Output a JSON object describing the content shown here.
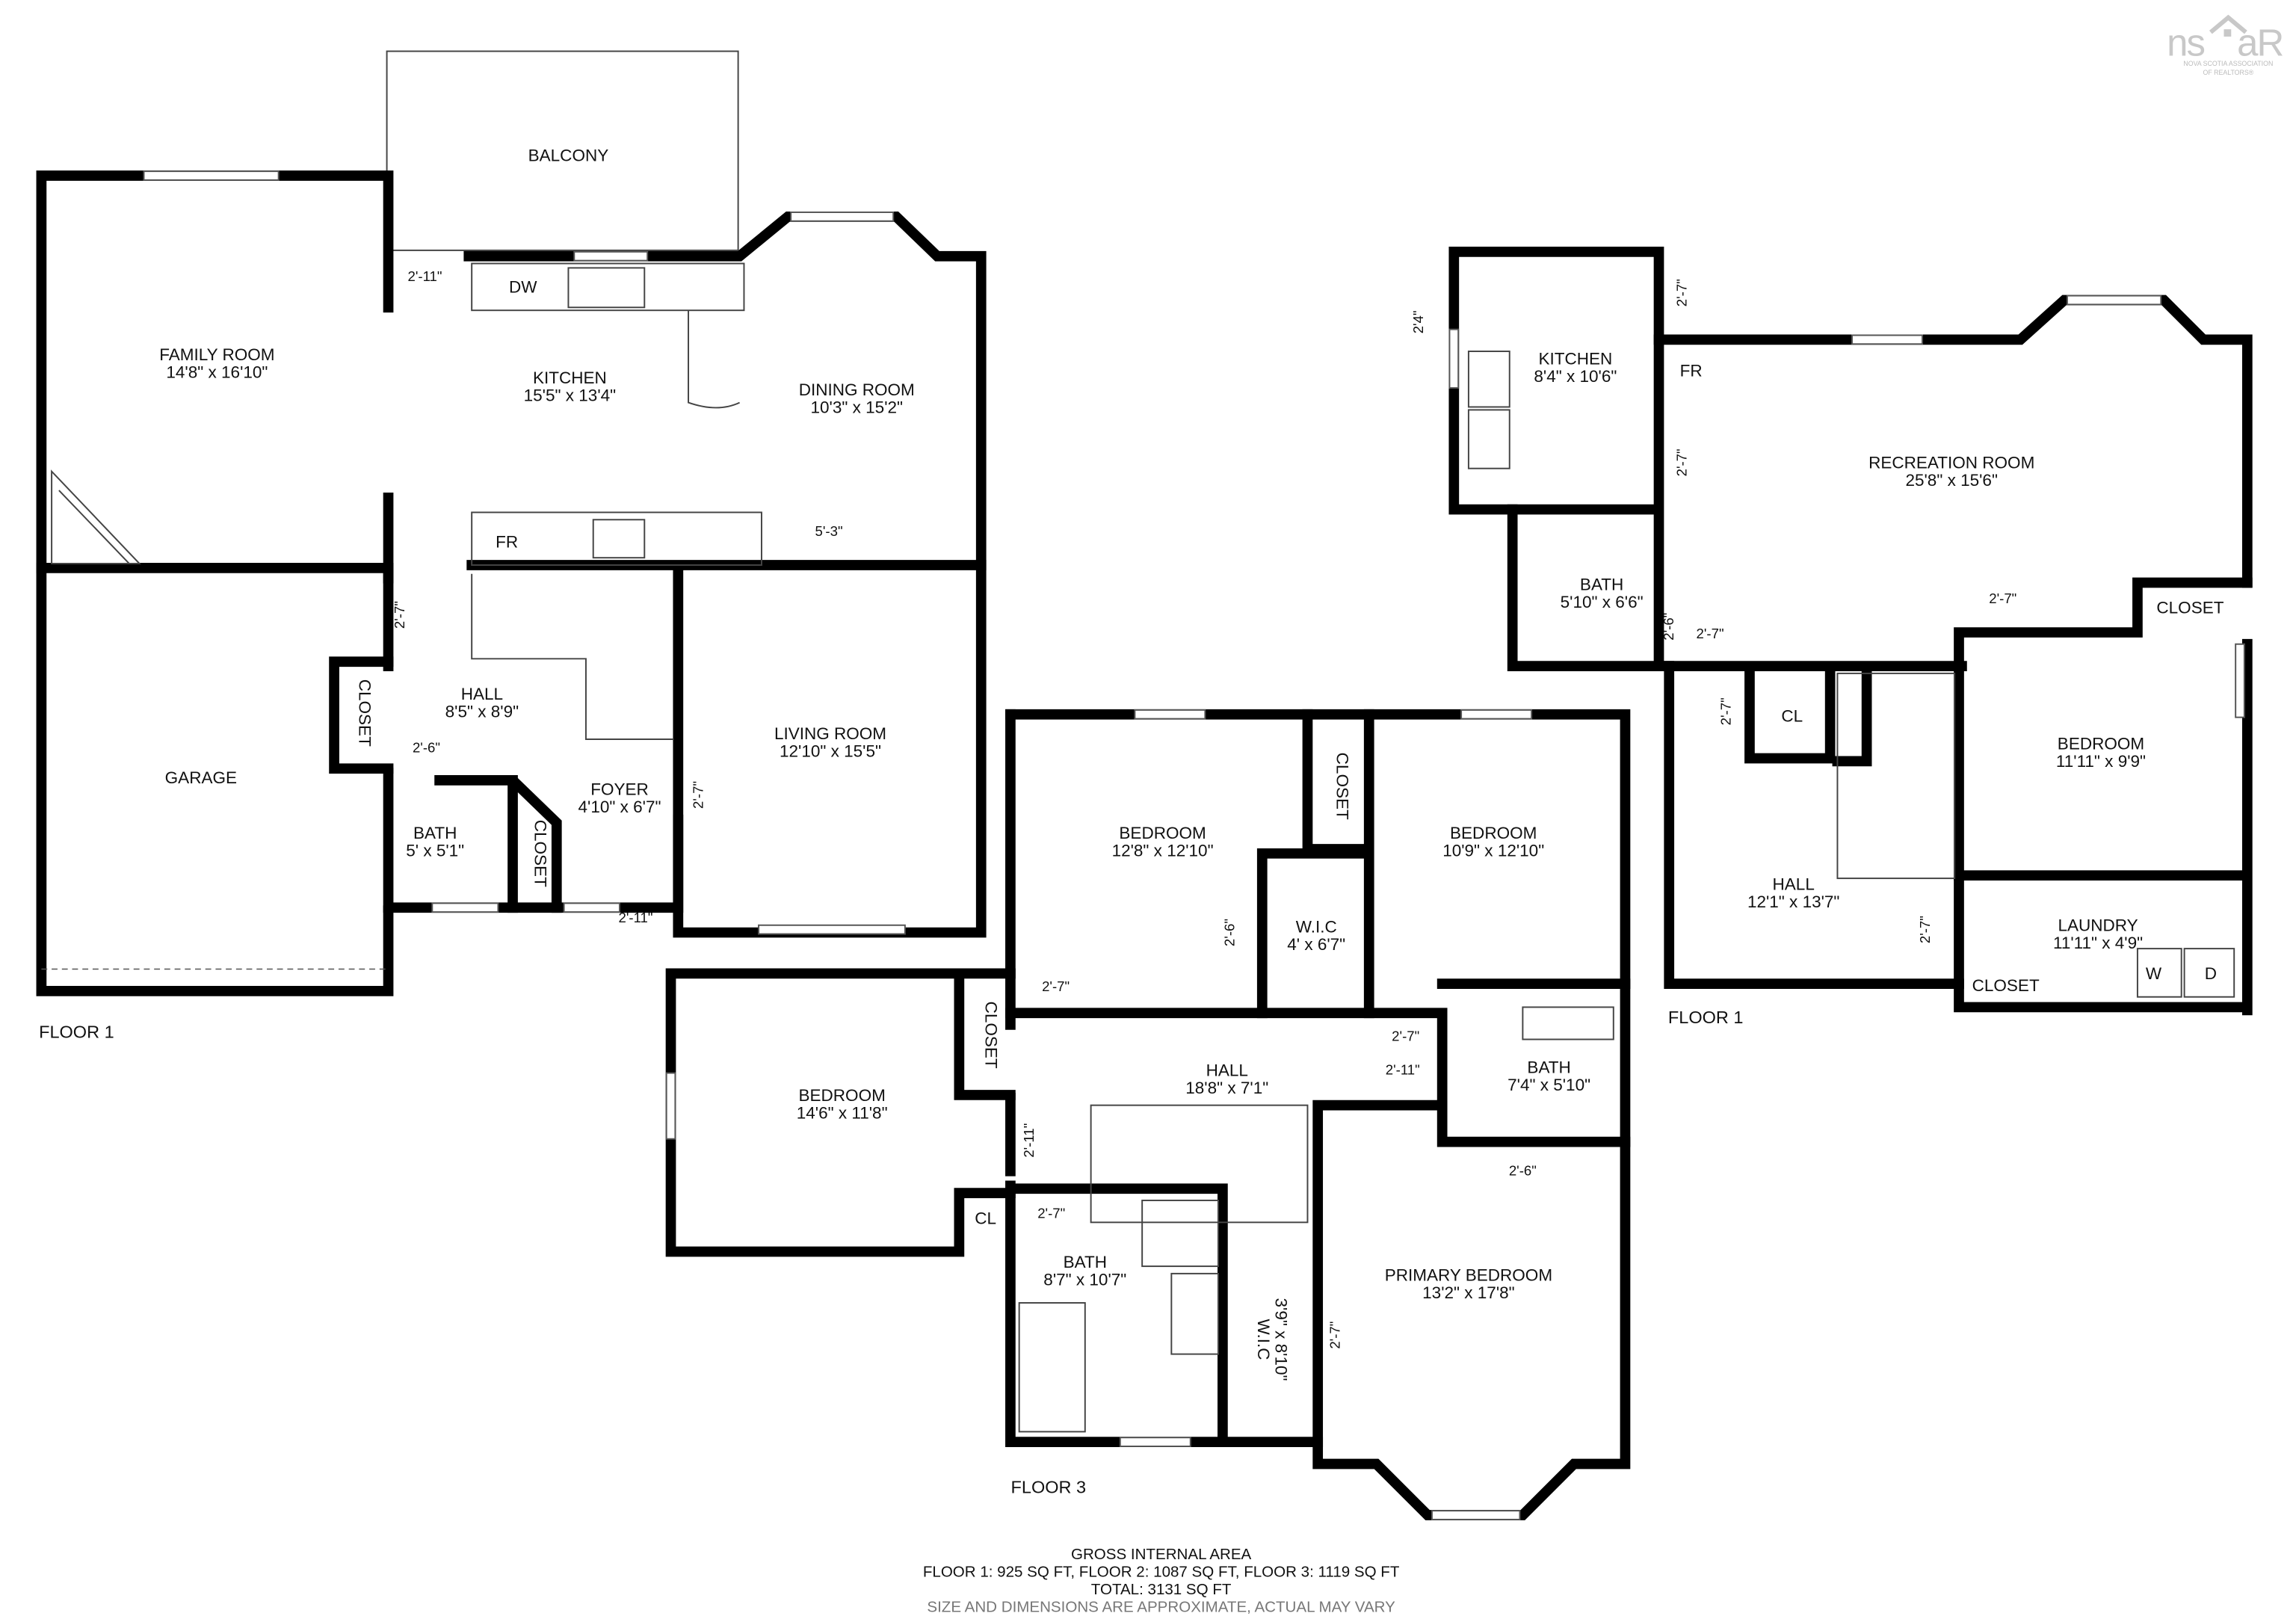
{
  "logo": {
    "text": "nsar",
    "subtitle": "NOVA SCOTIA ASSOCIATION OF REALTORS",
    "color": "#c8c8c8"
  },
  "floors": [
    {
      "label": "FLOOR 1",
      "rooms": [
        {
          "name": "BALCONY",
          "dims": ""
        },
        {
          "name": "FAMILY ROOM",
          "dims": "14'8\" x 16'10\""
        },
        {
          "name": "KITCHEN",
          "dims": "15'5\" x 13'4\""
        },
        {
          "name": "DINING ROOM",
          "dims": "10'3\" x 15'2\""
        },
        {
          "name": "GARAGE",
          "dims": ""
        },
        {
          "name": "HALL",
          "dims": "8'5\" x 8'9\""
        },
        {
          "name": "LIVING ROOM",
          "dims": "12'10\" x 15'5\""
        },
        {
          "name": "FOYER",
          "dims": "4'10\" x 6'7\""
        },
        {
          "name": "BATH",
          "dims": "5' x 5'1\""
        },
        {
          "name": "CLOSET",
          "dims": ""
        },
        {
          "name": "CLOSET",
          "dims": ""
        },
        {
          "name": "DW",
          "dims": ""
        },
        {
          "name": "FR",
          "dims": ""
        }
      ],
      "door_dims": [
        "2'-11\"",
        "5'-3\"",
        "2'-7\"",
        "2'-6\"",
        "2'-7\"",
        "2'-11\""
      ]
    },
    {
      "label": "FLOOR 3",
      "rooms": [
        {
          "name": "BEDROOM",
          "dims": "12'8\" x 12'10\""
        },
        {
          "name": "CLOSET",
          "dims": ""
        },
        {
          "name": "BEDROOM",
          "dims": "10'9\" x 12'10\""
        },
        {
          "name": "W.I.C",
          "dims": "4' x 6'7\""
        },
        {
          "name": "BEDROOM",
          "dims": "14'6\" x 11'8\""
        },
        {
          "name": "CLOSET",
          "dims": ""
        },
        {
          "name": "HALL",
          "dims": "18'8\" x 7'1\""
        },
        {
          "name": "BATH",
          "dims": "7'4\" x 5'10\""
        },
        {
          "name": "CL",
          "dims": ""
        },
        {
          "name": "BATH",
          "dims": "8'7\" x 10'7\""
        },
        {
          "name": "W.I.C",
          "dims": "3'9\" x 8'10\""
        },
        {
          "name": "PRIMARY BEDROOM",
          "dims": "13'2\" x 17'8\""
        }
      ],
      "door_dims": [
        "2'-6\"",
        "2'-7\"",
        "2'-7\"",
        "2'-11\"",
        "2'-11\"",
        "2'-7\"",
        "2'-6\"",
        "2'-7\""
      ]
    },
    {
      "label": "FLOOR 1",
      "rooms": [
        {
          "name": "KITCHEN",
          "dims": "8'4\" x 10'6\""
        },
        {
          "name": "FR",
          "dims": ""
        },
        {
          "name": "RECREATION ROOM",
          "dims": "25'8\" x 15'6\""
        },
        {
          "name": "BATH",
          "dims": "5'10\" x 6'6\""
        },
        {
          "name": "CLOSET",
          "dims": ""
        },
        {
          "name": "BEDROOM",
          "dims": "11'11\" x 9'9\""
        },
        {
          "name": "CL",
          "dims": ""
        },
        {
          "name": "HALL",
          "dims": "12'1\" x 13'7\""
        },
        {
          "name": "LAUNDRY",
          "dims": "11'11\" x 4'9\""
        },
        {
          "name": "CLOSET",
          "dims": ""
        },
        {
          "name": "W",
          "dims": ""
        },
        {
          "name": "D",
          "dims": ""
        }
      ],
      "door_dims": [
        "2'4\"",
        "2'-7\"",
        "2'-7\"",
        "2'-6\"",
        "2'-7\"",
        "2'-7\"",
        "2'-7\"",
        "2'-7\""
      ]
    }
  ],
  "footer": {
    "title": "GROSS INTERNAL AREA",
    "areas": "FLOOR 1: 925 SQ FT, FLOOR 2: 1087 SQ FT, FLOOR 3: 1119 SQ FT",
    "total": "TOTAL: 3131 SQ FT",
    "disclaimer": "SIZE AND DIMENSIONS ARE APPROXIMATE, ACTUAL MAY VARY"
  }
}
